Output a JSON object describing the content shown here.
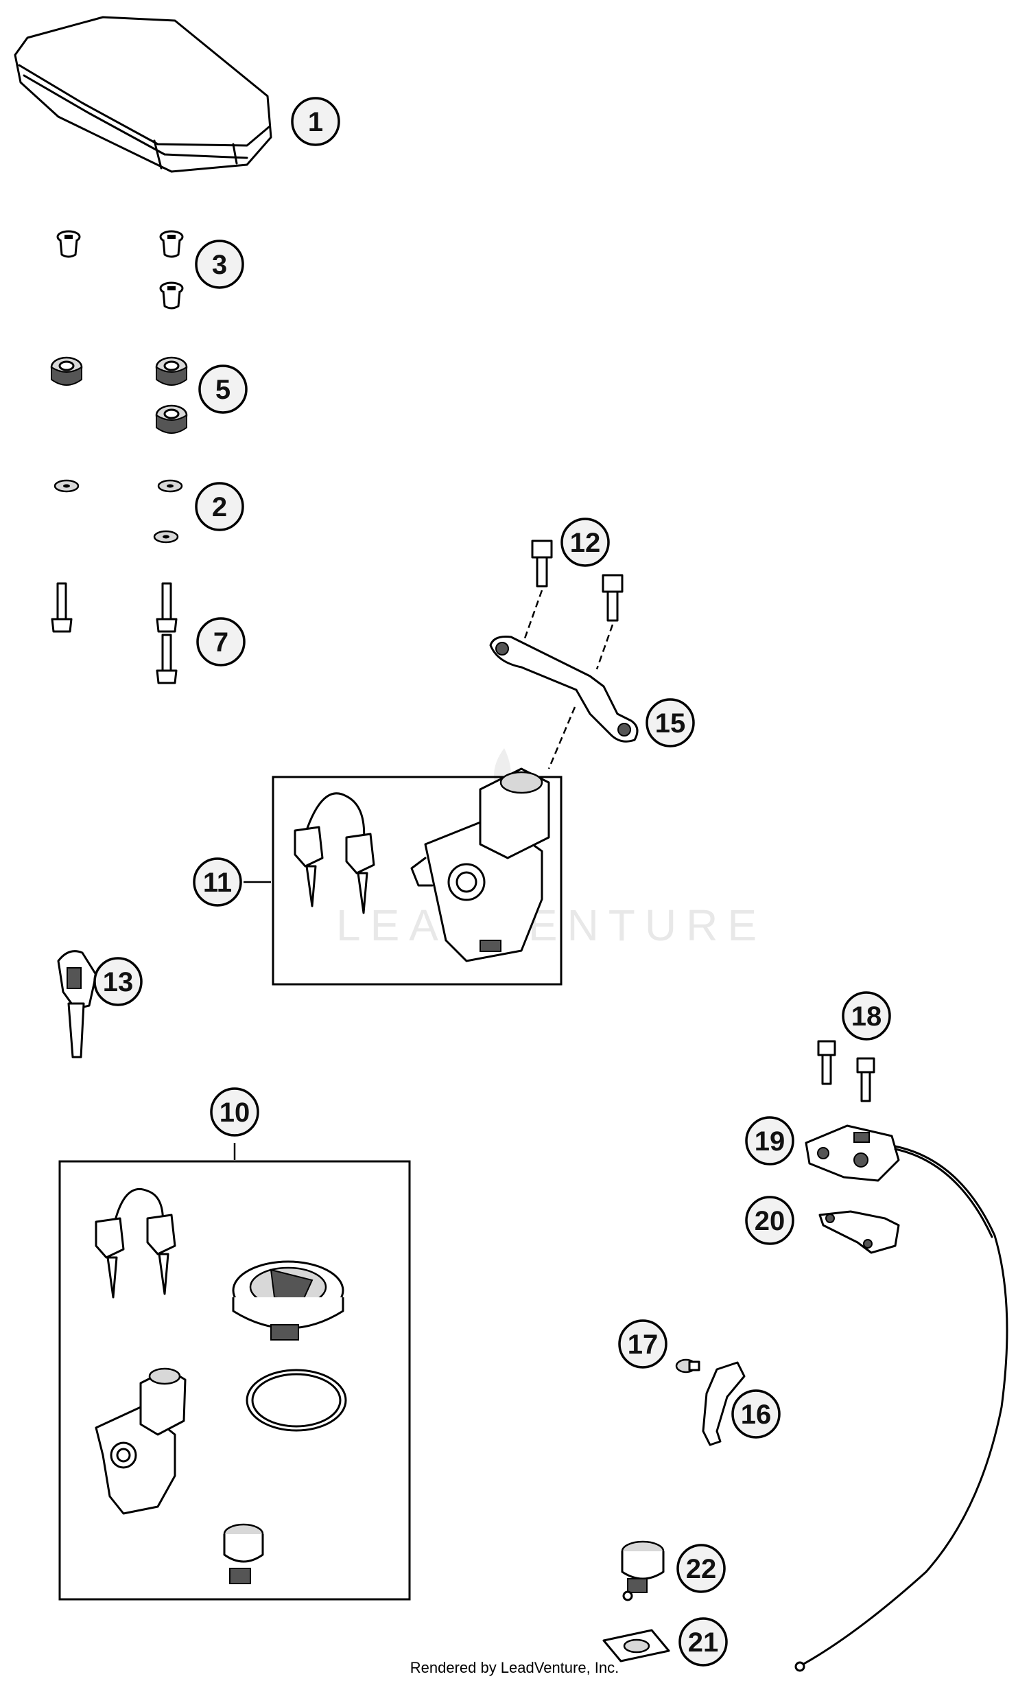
{
  "callouts": {
    "c1": "1",
    "c2": "2",
    "c3": "3",
    "c5": "5",
    "c7": "7",
    "c10": "10",
    "c11": "11",
    "c12": "12",
    "c13": "13",
    "c15": "15",
    "c16": "16",
    "c17": "17",
    "c18": "18",
    "c19": "19",
    "c20": "20",
    "c21": "21",
    "c22": "22"
  },
  "watermark": "LEADVENTURE",
  "footer": "Rendered by LeadVenture, Inc."
}
